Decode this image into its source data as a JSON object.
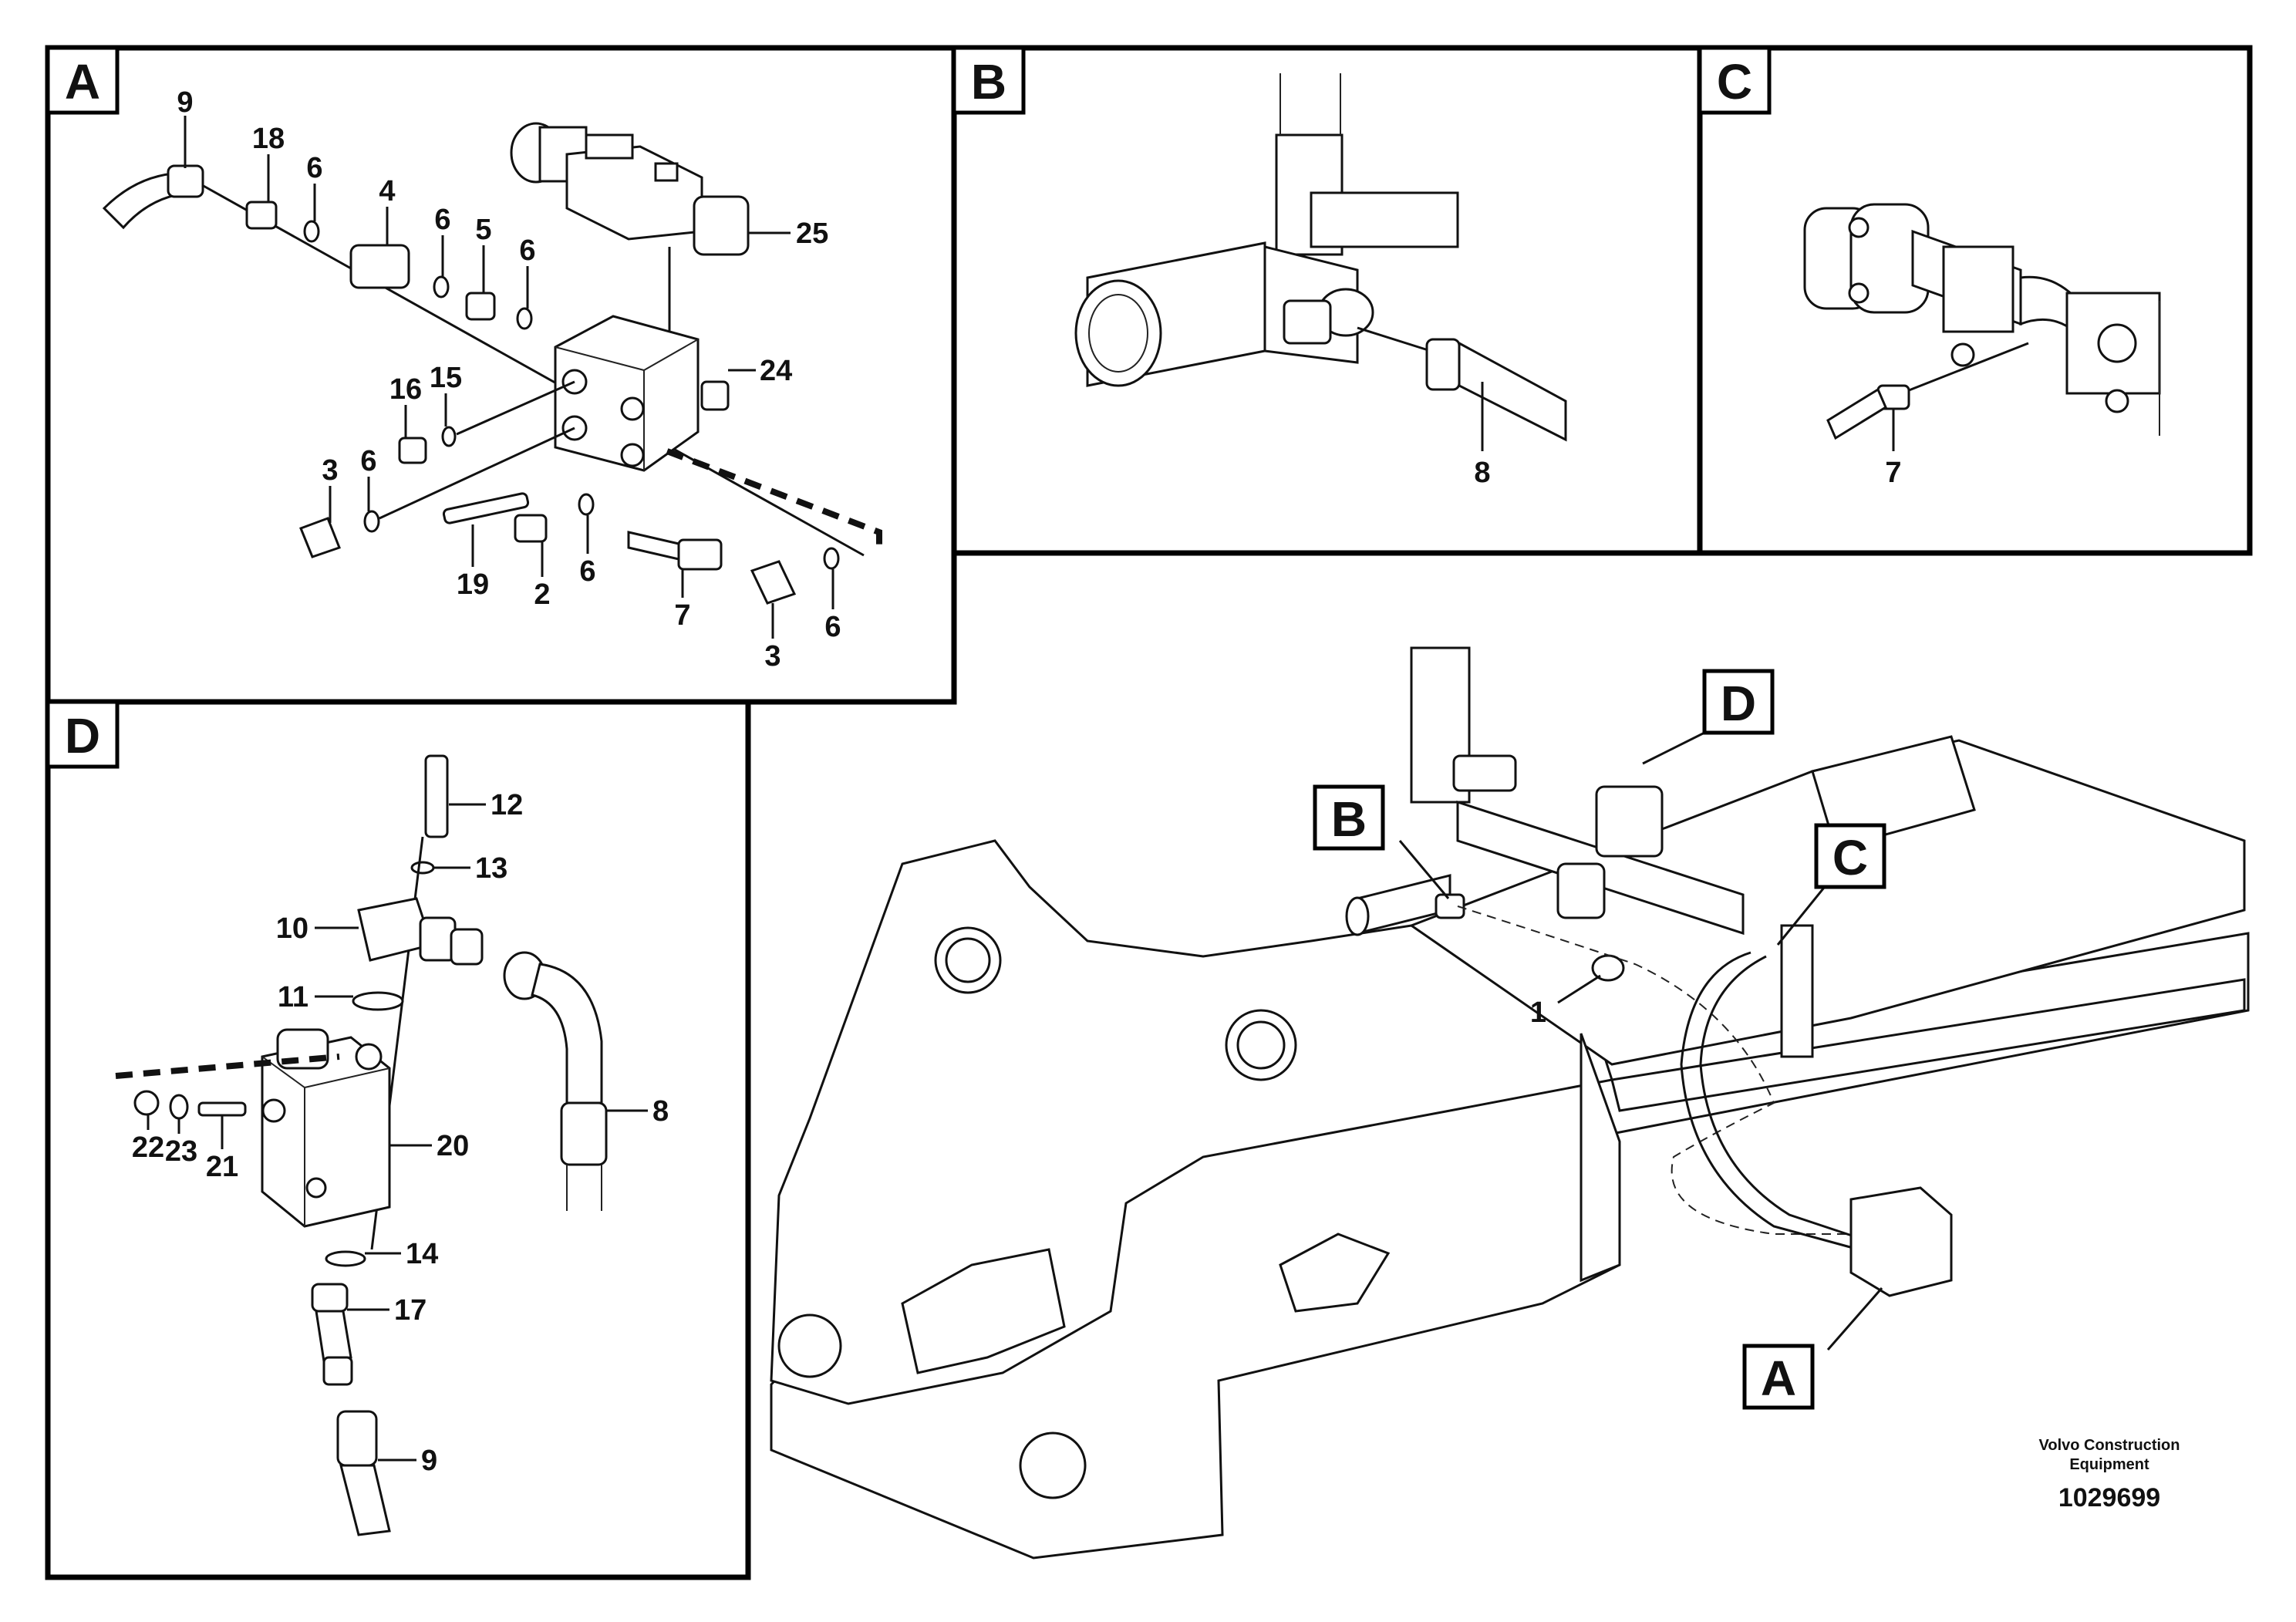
{
  "panels": {
    "A": {
      "tag": "A",
      "callouts": [
        "9",
        "18",
        "6",
        "4",
        "6",
        "5",
        "6",
        "25",
        "24",
        "16",
        "15",
        "3",
        "6",
        "19",
        "2",
        "6",
        "7",
        "3",
        "6"
      ]
    },
    "B": {
      "tag": "B",
      "callouts": [
        "8"
      ]
    },
    "C": {
      "tag": "C",
      "callouts": [
        "7"
      ]
    },
    "D": {
      "tag": "D",
      "callouts": [
        "12",
        "13",
        "10",
        "11",
        "8",
        "20",
        "22",
        "23",
        "21",
        "14",
        "17",
        "9"
      ]
    }
  },
  "overview": {
    "tags": [
      "A",
      "B",
      "C",
      "D"
    ],
    "callouts": [
      "1"
    ]
  },
  "footer": {
    "brand_line1": "Volvo Construction",
    "brand_line2": "Equipment",
    "doc_number": "1029699"
  }
}
